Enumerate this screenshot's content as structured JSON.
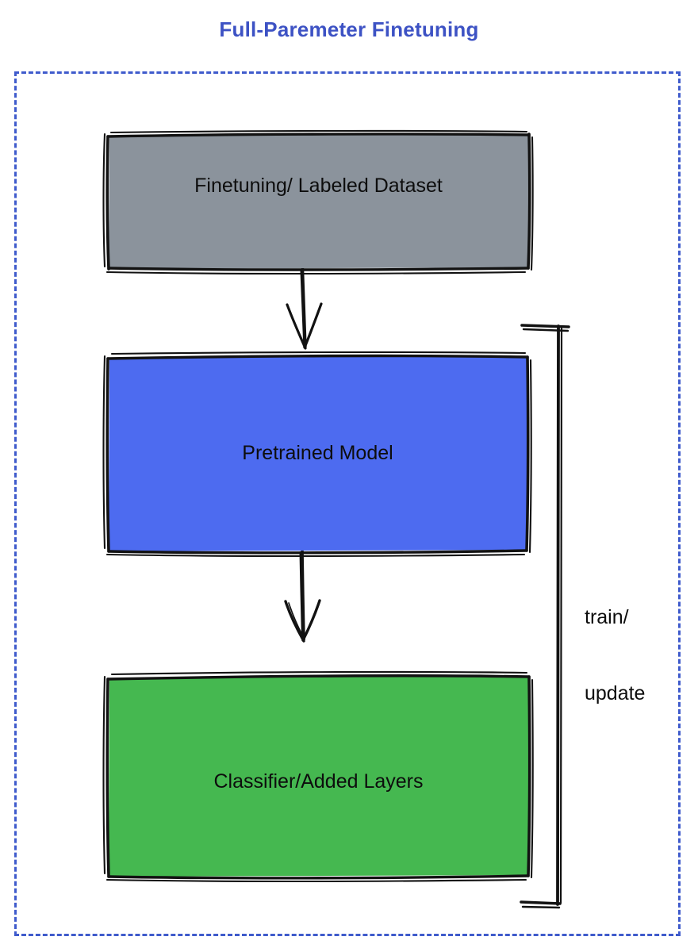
{
  "diagram": {
    "title": "Full-Paremeter Finetuning",
    "title_color": "#3d52c4",
    "frame": {
      "style": "dashed",
      "color": "#3f5bcc"
    },
    "nodes": [
      {
        "id": "dataset",
        "label": "Finetuning/ Labeled Dataset",
        "fill": "#8b939c",
        "stroke": "#121212",
        "text_color": "#0d0d0d"
      },
      {
        "id": "pretrained",
        "label": "Pretrained Model",
        "fill": "#4d6bf0",
        "stroke": "#121212",
        "text_color": "#0d0d0d"
      },
      {
        "id": "classifier",
        "label": "Classifier/Added Layers",
        "fill": "#45b850",
        "stroke": "#121212",
        "text_color": "#0d0d0d"
      }
    ],
    "edges": [
      {
        "id": "dataset-to-pretrained",
        "from": "dataset",
        "to": "pretrained",
        "label": "",
        "arrowhead": "open",
        "direction": "down"
      },
      {
        "id": "pretrained-to-classifier",
        "from": "pretrained",
        "to": "classifier",
        "label": "",
        "arrowhead": "open",
        "direction": "down"
      },
      {
        "id": "feedback-loop",
        "from": "classifier",
        "to": "pretrained",
        "label_line1": "train/",
        "label_line2": "update",
        "arrowhead": "none",
        "direction": "loop-right"
      }
    ]
  }
}
